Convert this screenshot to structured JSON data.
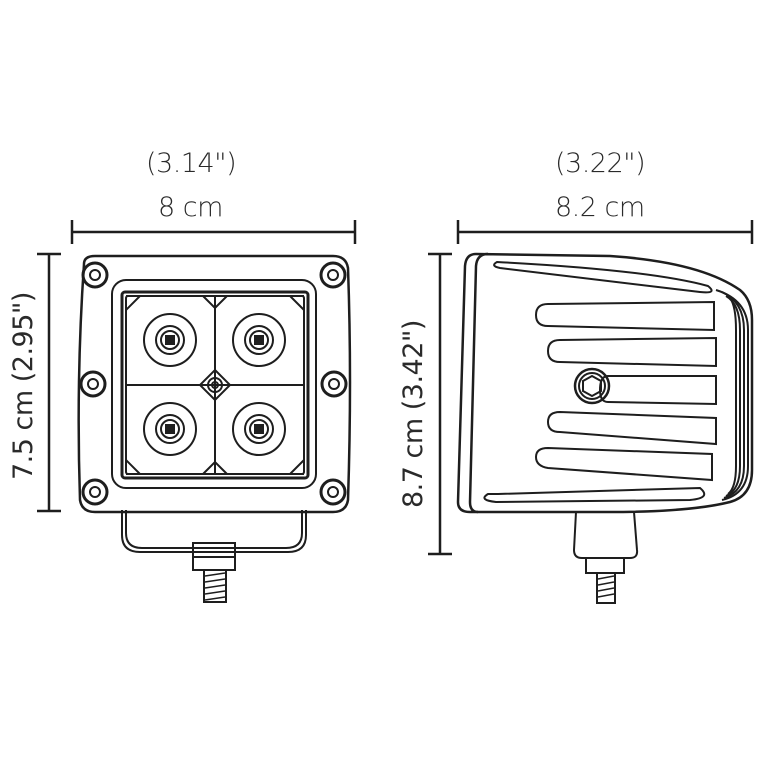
{
  "front_view": {
    "width_inches": "(3.14\")",
    "width_cm": "8 cm",
    "height_label": "7.5 cm  (2.95\")"
  },
  "side_view": {
    "width_inches": "(3.22\")",
    "width_cm": "8.2 cm",
    "height_label": "8.7 cm  (3.42\")"
  },
  "colors": {
    "line": "#1e1e1e",
    "background": "#ffffff"
  }
}
